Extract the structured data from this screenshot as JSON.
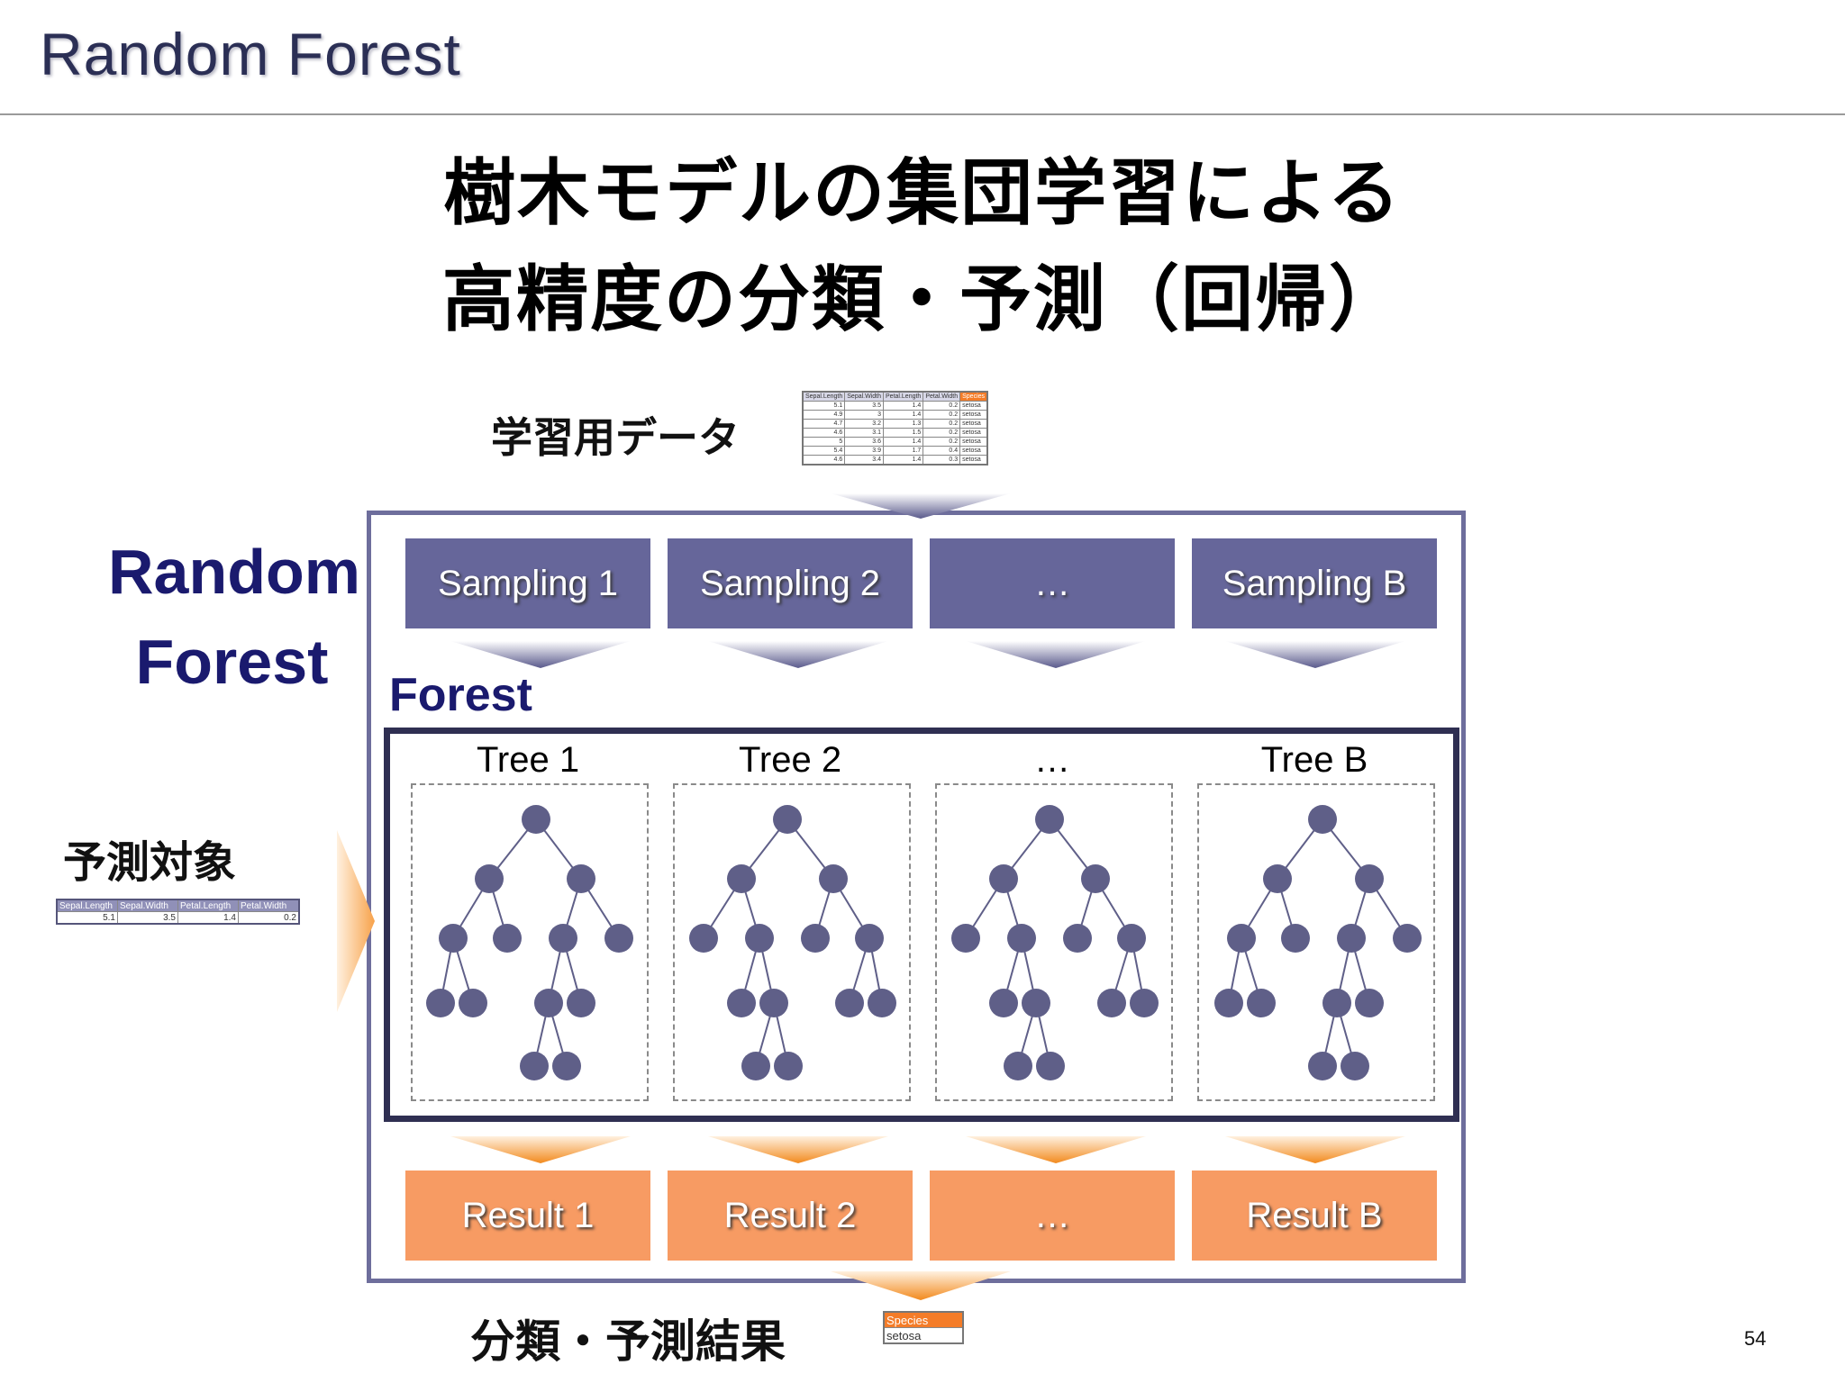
{
  "slide": {
    "title": "Random Forest",
    "headline_1": "樹木モデルの集団学習による",
    "headline_2": "高精度の分類・予測（回帰）",
    "page_number": "54"
  },
  "labels": {
    "training_data": "学習用データ",
    "random_forest": [
      "Random",
      "Forest"
    ],
    "prediction_target": "予測対象",
    "forest": "Forest",
    "result": "分類・予測結果"
  },
  "sampling": [
    "Sampling 1",
    "Sampling 2",
    "…",
    "Sampling B"
  ],
  "trees": [
    "Tree 1",
    "Tree 2",
    "…",
    "Tree B"
  ],
  "results": [
    "Result 1",
    "Result 2",
    "…",
    "Result B"
  ],
  "training_table": {
    "headers": [
      "Sepal.Length",
      "Sepal.Width",
      "Petal.Length",
      "Petal.Width",
      "Species"
    ],
    "rows": [
      [
        "5.1",
        "3.5",
        "1.4",
        "0.2",
        "setosa"
      ],
      [
        "4.9",
        "3",
        "1.4",
        "0.2",
        "setosa"
      ],
      [
        "4.7",
        "3.2",
        "1.3",
        "0.2",
        "setosa"
      ],
      [
        "4.6",
        "3.1",
        "1.5",
        "0.2",
        "setosa"
      ],
      [
        "5",
        "3.6",
        "1.4",
        "0.2",
        "setosa"
      ],
      [
        "5.4",
        "3.9",
        "1.7",
        "0.4",
        "setosa"
      ],
      [
        "4.6",
        "3.4",
        "1.4",
        "0.3",
        "setosa"
      ]
    ]
  },
  "target_table": {
    "headers": [
      "Sepal.Length",
      "Sepal.Width",
      "Petal.Length",
      "Petal.Width"
    ],
    "row": [
      "5.1",
      "3.5",
      "1.4",
      "0.2"
    ]
  },
  "result_table": {
    "header": "Species",
    "value": "setosa"
  },
  "colors": {
    "sampling_box": "#66669a",
    "result_box": "#f79b63",
    "tree_node": "#5f5f88",
    "frame": "#6e6e9c",
    "forest_frame": "#2f2f52",
    "title_text": "#1a1a6e"
  }
}
